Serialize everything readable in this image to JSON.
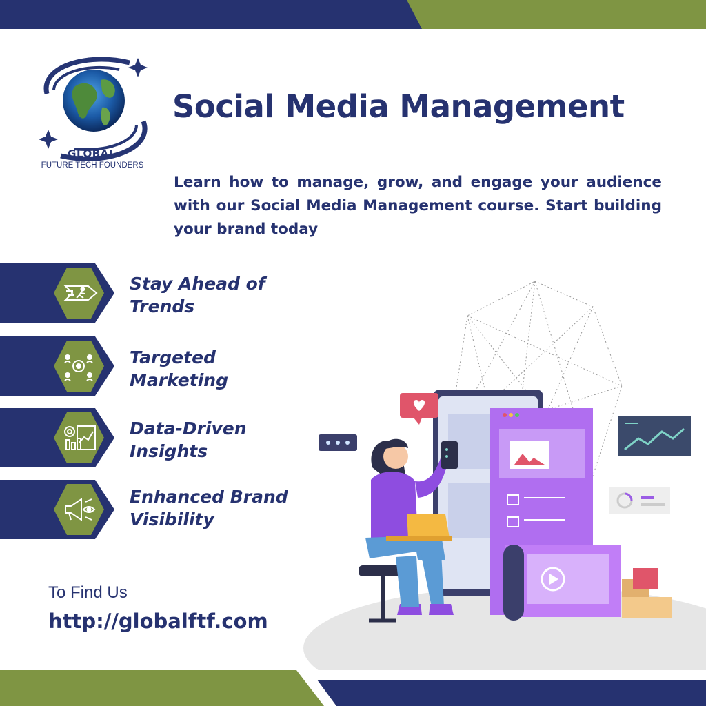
{
  "brand": {
    "name": "GLOBAL",
    "tagline": "FUTURE TECH FOUNDERS"
  },
  "header": {
    "title": "Social Media Management",
    "description": "Learn how to manage, grow, and engage your audience with our Social Media Management course. Start building your brand today"
  },
  "features": [
    {
      "line1": "Stay Ahead of",
      "line2": "Trends",
      "icon": "running-arrow-icon"
    },
    {
      "line1": "Targeted",
      "line2": "Marketing",
      "icon": "target-audience-icon"
    },
    {
      "line1": "Data-Driven",
      "line2": "Insights",
      "icon": "analytics-chart-icon"
    },
    {
      "line1": "Enhanced Brand",
      "line2": "Visibility",
      "icon": "megaphone-eye-icon"
    }
  ],
  "contact": {
    "label": "To Find Us",
    "url": "http://globalftf.com"
  },
  "colors": {
    "navy": "#263270",
    "olive": "#7f9543",
    "purple": "#8e4de0",
    "white": "#ffffff"
  }
}
